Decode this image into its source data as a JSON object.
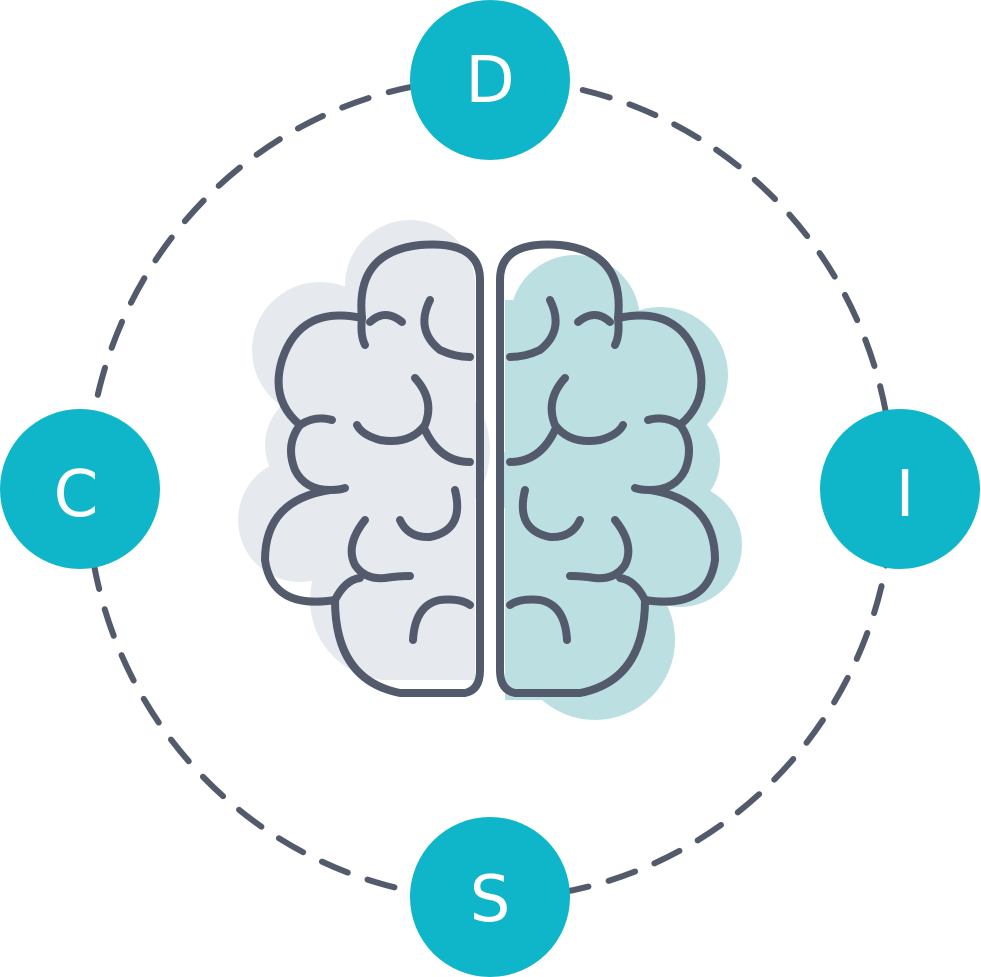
{
  "colors": {
    "node_fill": "#0fb5c8",
    "node_text": "#ffffff",
    "dashed_ring": "#535a6b",
    "brain_outline": "#535a6b",
    "left_hemisphere_fill": "#e6eaef",
    "right_hemisphere_fill": "#bcdfe1",
    "background": "#ffffff"
  },
  "nodes": {
    "top": {
      "letter": "D"
    },
    "right": {
      "letter": "I"
    },
    "bottom": {
      "letter": "S"
    },
    "left": {
      "letter": "C"
    }
  },
  "icons": {
    "center": "brain-icon"
  }
}
